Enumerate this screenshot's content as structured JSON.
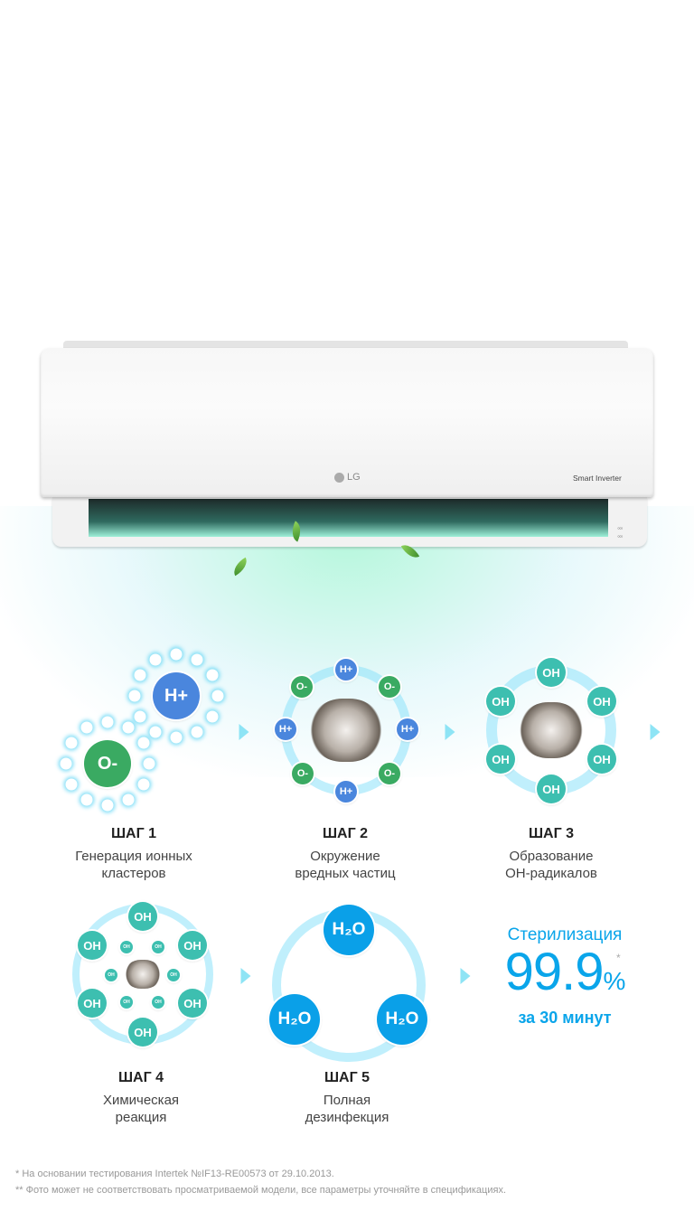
{
  "product": {
    "brand": "LG",
    "model_label": "Smart Inverter"
  },
  "colors": {
    "accent": "#0aa5ea",
    "o_minus": "#3aaa62",
    "h_plus": "#4a86dd",
    "oh": "#3dbfb0",
    "h2o": "#0aa0e8"
  },
  "step1": {
    "title": "ШАГ 1",
    "line1": "Генерация ионных",
    "line2": "кластеров",
    "ions": [
      "O-",
      "H+"
    ]
  },
  "step2": {
    "title": "ШАГ 2",
    "line1": "Окружение",
    "line2": "вредных частиц",
    "ions": [
      "H+",
      "O-",
      "O-",
      "H+",
      "H+",
      "O-",
      "O-",
      "H+"
    ]
  },
  "step3": {
    "title": "ШАГ 3",
    "line1": "Образование",
    "line2": "ОН-радикалов",
    "ions": [
      "OH",
      "OH",
      "OH",
      "OH",
      "OH",
      "OH"
    ]
  },
  "step4": {
    "title": "ШАГ 4",
    "line1": "Химическая",
    "line2": "реакция",
    "ions": [
      "OH",
      "OH",
      "OH",
      "OH",
      "OH",
      "OH"
    ],
    "small_ions": [
      "OH",
      "OH",
      "OH",
      "OH",
      "OH",
      "OH"
    ]
  },
  "step5": {
    "title": "ШАГ 5",
    "line1": "Полная",
    "line2": "дезинфекция",
    "molecule": "H₂O"
  },
  "result": {
    "label": "Стерилизация",
    "value": "99.9",
    "unit": "%",
    "asterisk": "*",
    "period": "за 30 минут"
  },
  "footnotes": [
    "* На основании тестирования Intertek №IF13-RE00573 от 29.10.2013.",
    "** Фото может не соответствовать просматриваемой модели, все параметры уточняйте в спецификациях."
  ]
}
